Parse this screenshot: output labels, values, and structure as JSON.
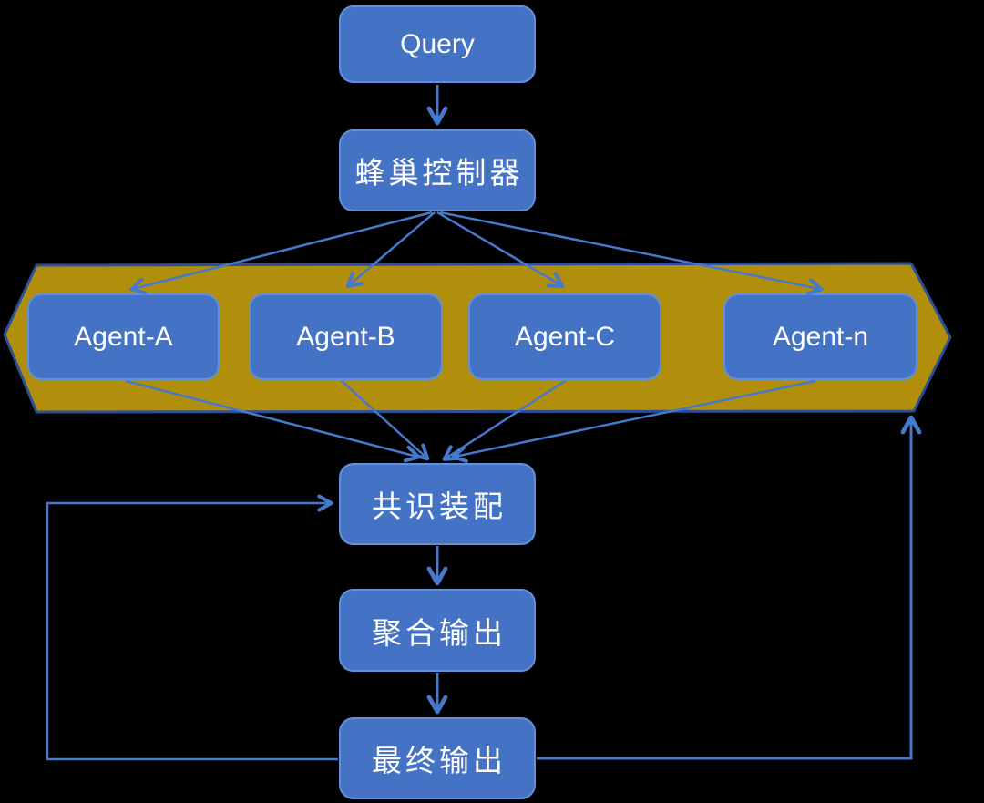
{
  "diagram": {
    "nodes": {
      "query": {
        "label": "Query"
      },
      "controller": {
        "label": "蜂巢控制器"
      },
      "consensus": {
        "label": "共识装配"
      },
      "aggregate": {
        "label": "聚合输出"
      },
      "final": {
        "label": "最终输出"
      }
    },
    "agents": [
      {
        "label": "Agent-A"
      },
      {
        "label": "Agent-B"
      },
      {
        "label": "Agent-C"
      },
      {
        "label": "Agent-n"
      }
    ],
    "edges": [
      {
        "from": "query",
        "to": "controller",
        "type": "arrow"
      },
      {
        "from": "controller",
        "to": "agent-a",
        "type": "arrow"
      },
      {
        "from": "controller",
        "to": "agent-b",
        "type": "arrow"
      },
      {
        "from": "controller",
        "to": "agent-c",
        "type": "arrow"
      },
      {
        "from": "controller",
        "to": "agent-n",
        "type": "arrow"
      },
      {
        "from": "agent-a",
        "to": "consensus",
        "type": "arrow"
      },
      {
        "from": "agent-b",
        "to": "consensus",
        "type": "arrow"
      },
      {
        "from": "agent-c",
        "to": "consensus",
        "type": "arrow"
      },
      {
        "from": "agent-n",
        "to": "consensus",
        "type": "arrow"
      },
      {
        "from": "consensus",
        "to": "aggregate",
        "type": "arrow"
      },
      {
        "from": "aggregate",
        "to": "final",
        "type": "arrow"
      },
      {
        "from": "final",
        "to": "consensus",
        "type": "feedback-loop-left"
      },
      {
        "from": "final",
        "to": "agent-band",
        "type": "feedback-loop-right"
      }
    ],
    "colors": {
      "background": "#000000",
      "node_fill": "#4472C4",
      "node_border": "#6490D6",
      "band_fill": "#B18E0B",
      "band_border": "#2A5198",
      "connector": "#4678CC",
      "text": "#FFFFFF"
    }
  }
}
